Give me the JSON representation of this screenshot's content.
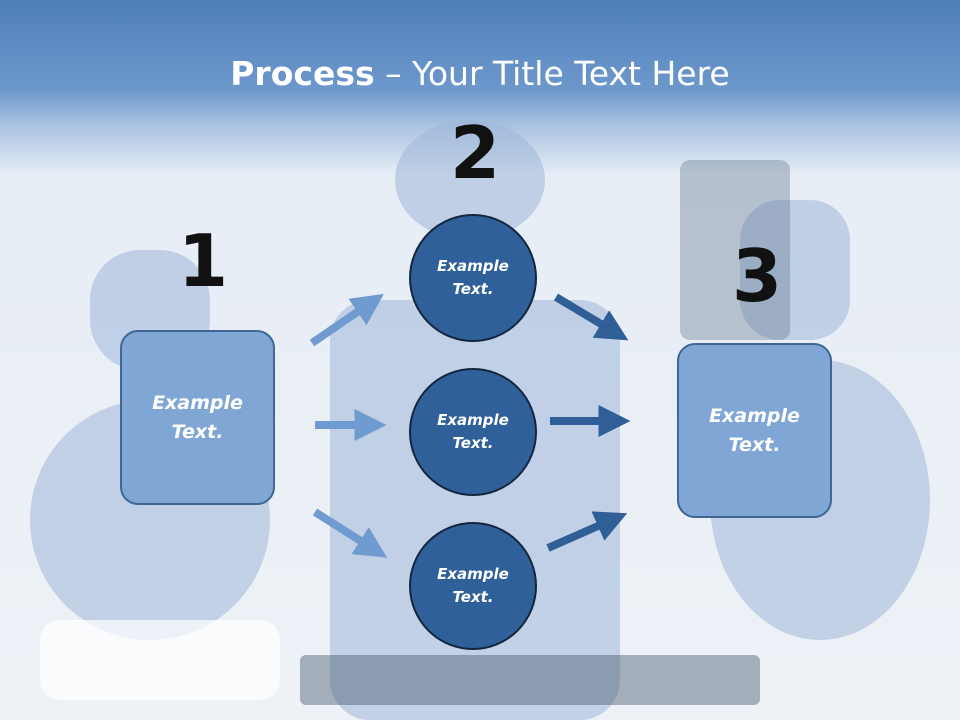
{
  "title": {
    "bold": "Process",
    "rest": " – Your Title Text Here"
  },
  "steps": {
    "one": {
      "number": "1",
      "text": "Example\nText."
    },
    "two": {
      "number": "2"
    },
    "three": {
      "number": "3",
      "text": "Example\nText."
    }
  },
  "circles": [
    {
      "text": "Example\nText."
    },
    {
      "text": "Example\nText."
    },
    {
      "text": "Example\nText."
    }
  ],
  "colors": {
    "header": "#5b8bc4",
    "box_fill": "#7fa6d4",
    "circle_fill": "#2f609a",
    "arrow_light": "#6f9bd0",
    "arrow_dark": "#2f5f96"
  }
}
